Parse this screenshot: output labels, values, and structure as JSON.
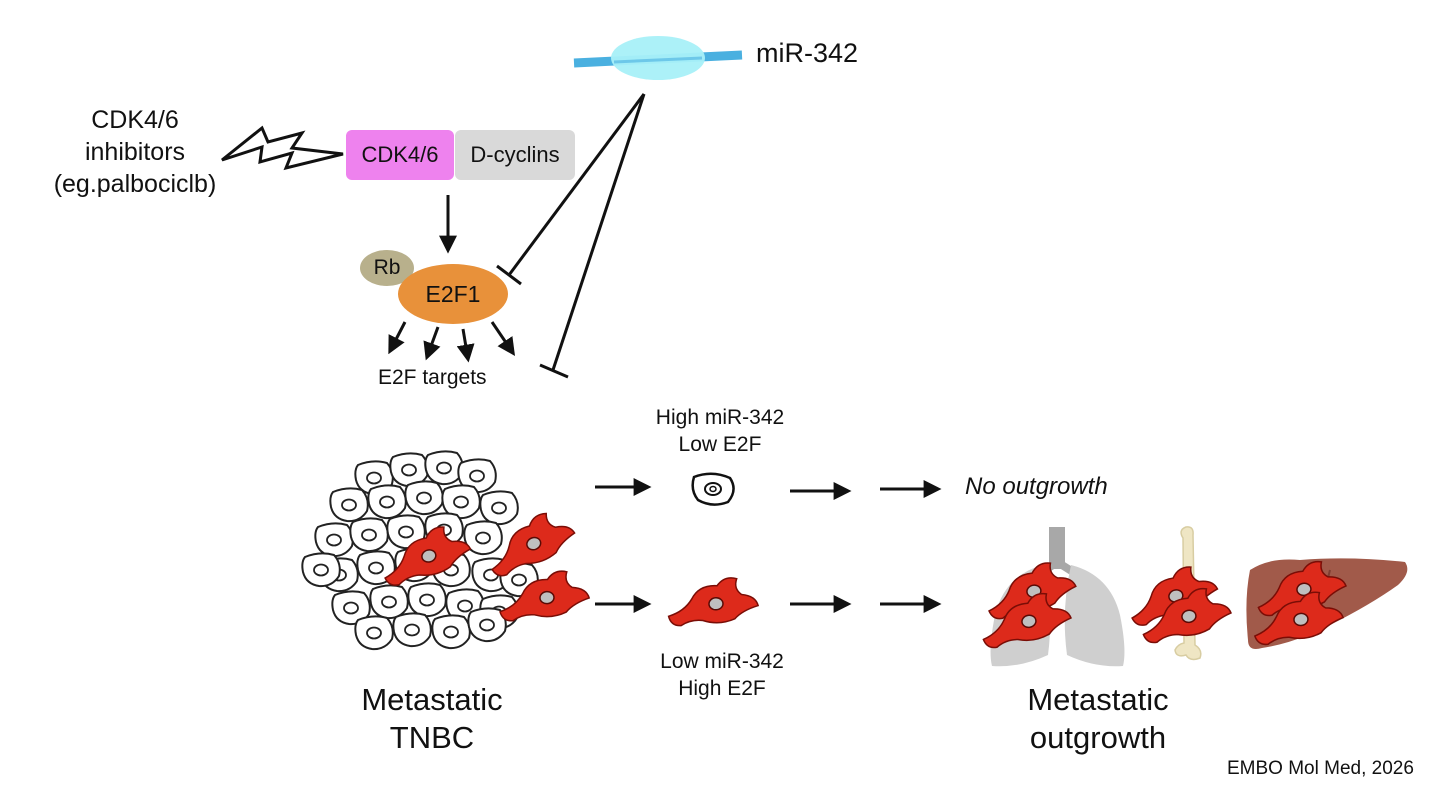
{
  "mirna": {
    "label": "miR-342"
  },
  "drug": {
    "line1": "CDK4/6",
    "line2": "inhibitors",
    "line3": "(eg.palbociclb)"
  },
  "complex": {
    "cdk": "CDK4/6",
    "cyclins": "D-cyclins"
  },
  "rb": "Rb",
  "e2f1": "E2F1",
  "targets": "E2F targets",
  "path_high": {
    "line1": "High miR-342",
    "line2": "Low E2F"
  },
  "path_low": {
    "line1": "Low miR-342",
    "line2": "High E2F"
  },
  "no_outgrowth": "No outgrowth",
  "tumor": {
    "line1": "Metastatic",
    "line2": "TNBC"
  },
  "outgrowth": {
    "line1": "Metastatic",
    "line2": "outgrowth"
  },
  "citation": "EMBO Mol Med, 2026",
  "colors": {
    "cdk": "#ee82ee",
    "cyclin": "#d9d9d9",
    "e2f1": "#e8913a",
    "rb": "#b8b08c",
    "mirna_strand": "#4ab0e0",
    "mirna_bubble": "#a8f0f8",
    "red_cell": "#dd2a1b",
    "lung": "#cfcfcf",
    "bone": "#efe6c4",
    "liver": "#a15a4a"
  }
}
